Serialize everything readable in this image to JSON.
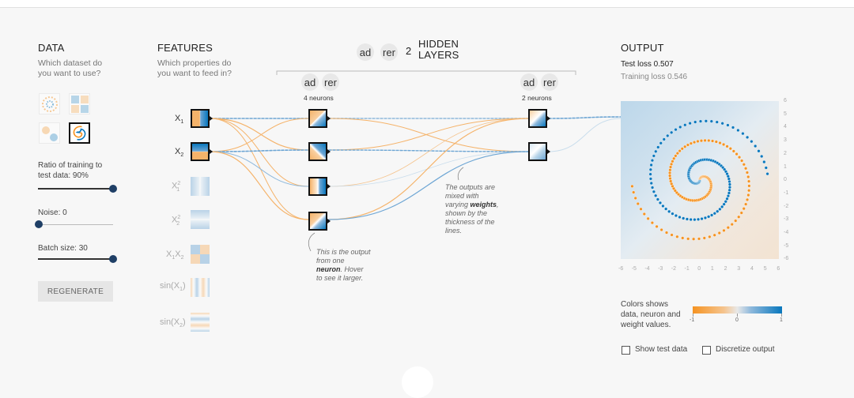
{
  "data": {
    "title": "DATA",
    "subtitle_line1": "Which dataset do",
    "subtitle_line2": "you want to use?",
    "selected_dataset": "spiral",
    "ratio_label_line1": "Ratio of training to",
    "ratio_label_line2": "test data:  90%",
    "ratio_value": 90,
    "noise_label": "Noise:  0",
    "noise_value": 0,
    "batch_label": "Batch size:  30",
    "batch_value": 30,
    "regenerate_label": "REGENERATE"
  },
  "features": {
    "title": "FEATURES",
    "subtitle_line1": "Which properties do",
    "subtitle_line2": "you want to feed in?",
    "items": [
      {
        "base": "X",
        "sub": "1",
        "sup": "",
        "active": true
      },
      {
        "base": "X",
        "sub": "2",
        "sup": "",
        "active": true
      },
      {
        "base": "X",
        "sub": "1",
        "sup": "2",
        "active": false
      },
      {
        "base": "X",
        "sub": "2",
        "sup": "2",
        "active": false
      },
      {
        "base": "X",
        "sub": "1",
        "sup": "",
        "base2": "X",
        "sub2": "2",
        "active": false
      },
      {
        "base": "sin(X",
        "sub": "1",
        "close": ")",
        "active": false
      },
      {
        "base": "sin(X",
        "sub": "2",
        "close": ")",
        "active": false
      }
    ]
  },
  "hidden": {
    "add_text": "ad",
    "remove_text": "rer",
    "count": "2",
    "title_line1": "HIDDEN",
    "title_line2": "LAYERS",
    "layers": [
      {
        "add_text": "ad",
        "remove_text": "rer",
        "neurons_label": "4 neurons"
      },
      {
        "add_text": "ad",
        "remove_text": "rer",
        "neurons_label": "2 neurons"
      }
    ]
  },
  "notes": {
    "neuron_note": [
      "This is the output",
      "from one",
      "neuron",
      ". Hover",
      "to see it larger."
    ],
    "weights_note": [
      "The outputs are",
      "mixed with",
      "varying ",
      "weights",
      ",",
      "shown by the",
      "thickness of the",
      "lines."
    ]
  },
  "output": {
    "title": "OUTPUT",
    "test_loss": "Test loss 0.507",
    "training_loss": "Training loss 0.546",
    "y_ticks": [
      "6",
      "5",
      "4",
      "3",
      "2",
      "1",
      "0",
      "-1",
      "-2",
      "-3",
      "-4",
      "-5",
      "-6"
    ],
    "x_ticks": [
      "-6",
      "-5",
      "-4",
      "-3",
      "-2",
      "-1",
      "0",
      "1",
      "2",
      "3",
      "4",
      "5",
      "6"
    ],
    "legend_line1": "Colors shows",
    "legend_line2": "data, neuron and",
    "legend_line3": "weight values.",
    "legend_min": "-1",
    "legend_mid": "0",
    "legend_max": "1",
    "show_test_data": "Show test data",
    "discretize_output": "Discretize output"
  },
  "colors": {
    "orange": "#f59322",
    "blue": "#0877bd",
    "light_blue": "#bcd7ea",
    "light_orange": "#f6d9b8"
  }
}
